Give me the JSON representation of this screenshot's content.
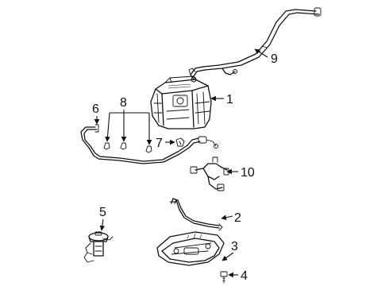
{
  "callouts": [
    {
      "id": "1",
      "label": "1",
      "part": "fuel-tank"
    },
    {
      "id": "2",
      "label": "2",
      "part": "tank-strap"
    },
    {
      "id": "3",
      "label": "3",
      "part": "skid-plate"
    },
    {
      "id": "4",
      "label": "4",
      "part": "bolt"
    },
    {
      "id": "5",
      "label": "5",
      "part": "fuel-pump"
    },
    {
      "id": "6",
      "label": "6",
      "part": "vent-line"
    },
    {
      "id": "7",
      "label": "7",
      "part": "retainer-clip"
    },
    {
      "id": "8",
      "label": "8",
      "part": "line-clips"
    },
    {
      "id": "9",
      "label": "9",
      "part": "filler-pipe"
    },
    {
      "id": "10",
      "label": "10",
      "part": "wiring-harness"
    }
  ],
  "colors": {
    "ink": "#111111",
    "background": "#ffffff"
  }
}
